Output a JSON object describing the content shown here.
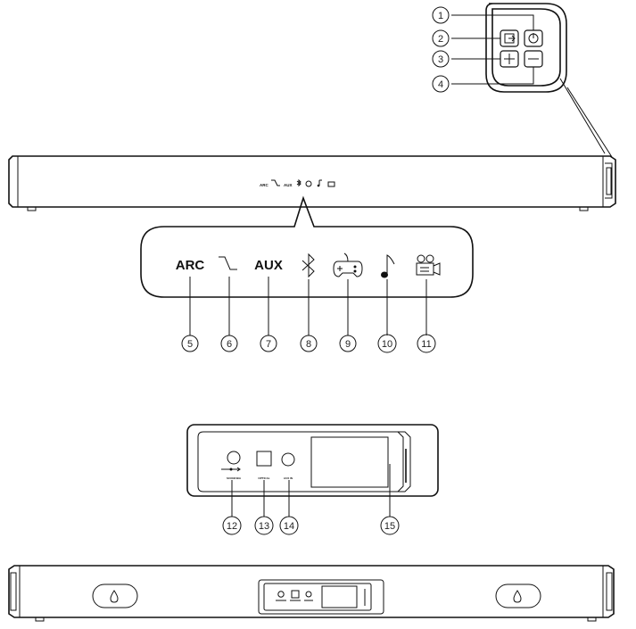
{
  "callouts": [
    "1",
    "2",
    "3",
    "4",
    "5",
    "6",
    "7",
    "8",
    "9",
    "10",
    "11",
    "12",
    "13",
    "14",
    "15"
  ],
  "indicators": {
    "arc": "ARC",
    "aux": "AUX"
  },
  "ports": {
    "port1_label": "SCON/UBA",
    "port2_label": "OPTICAL",
    "port3_label": "AUX IN"
  },
  "icons": [
    "power-icon",
    "input-icon",
    "plus-icon",
    "minus-icon",
    "optical-icon",
    "bluetooth-icon",
    "game-icon",
    "music-icon",
    "movie-icon"
  ]
}
